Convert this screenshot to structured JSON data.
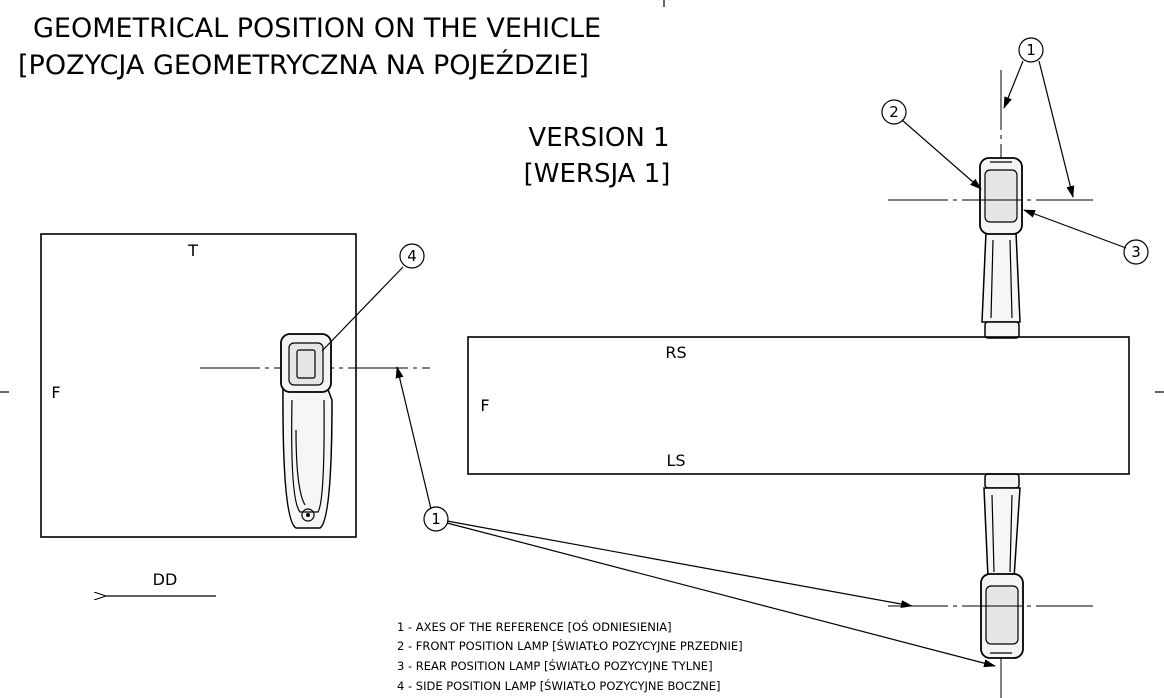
{
  "title": {
    "line1": "GEOMETRICAL POSITION ON THE VEHICLE",
    "line2": "[POZYCJA GEOMETRYCZNA NA POJEŹDZIE]"
  },
  "version": {
    "line1": "VERSION 1",
    "line2": "[WERSJA 1]"
  },
  "side_view": {
    "top_label": "T",
    "front_label": "F",
    "balloon": "4"
  },
  "top_view": {
    "right_side_label": "RS",
    "front_label": "F",
    "left_side_label": "LS",
    "balloon_axes_upper": "1",
    "balloon_front_lamp": "2",
    "balloon_rear_lamp": "3",
    "balloon_axes_lower": "1"
  },
  "direction": {
    "label": "DD"
  },
  "legend": [
    "1 - AXES OF THE REFERENCE [OŚ ODNIESIENIA]",
    "2 - FRONT POSITION LAMP [ŚWIATŁO POZYCYJNE PRZEDNIE]",
    "3 - REAR POSITION LAMP [ŚWIATŁO POZYCYJNE TYLNE]",
    "4 - SIDE POSITION LAMP [ŚWIATŁO POZYCYJNE BOCZNE]"
  ]
}
